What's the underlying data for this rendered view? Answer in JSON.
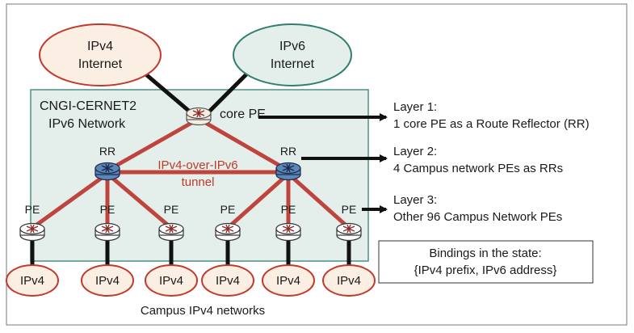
{
  "colors": {
    "frame": "#7a7a7a",
    "network_fill": "#e4efeb",
    "network_stroke": "#4f8f86",
    "ipv4_internet_fill": "#fbeee2",
    "ipv4_internet_stroke": "#c0392b",
    "ipv6_internet_fill": "#e4efeb",
    "ipv6_internet_stroke": "#2f7f6e",
    "link_red": "#c0443e",
    "link_black": "#111111",
    "tunnel_text": "#c0392b",
    "router_pe": "#ffffff",
    "router_rr": "#5b86b8",
    "router_core": "#f5ede3",
    "ipv4_campus_fill": "#fbeee2",
    "ipv4_campus_stroke": "#c0392b"
  },
  "internets": {
    "ipv4": [
      "IPv4",
      "Internet"
    ],
    "ipv6": [
      "IPv6",
      "Internet"
    ]
  },
  "network": {
    "title_line1": "CNGI-CERNET2",
    "title_line2": "IPv6 Network"
  },
  "routers": {
    "core_label": "core PE",
    "rr_label": "RR",
    "pe_label": "PE"
  },
  "tunnel": {
    "line1": "IPv4-over-IPv6",
    "line2": "tunnel"
  },
  "layers": [
    {
      "title": "Layer 1:",
      "desc": "1 core PE as a Route Reflector (RR)"
    },
    {
      "title": "Layer 2:",
      "desc": "4 Campus network PEs as RRs"
    },
    {
      "title": "Layer 3:",
      "desc": "Other 96 Campus Network PEs"
    }
  ],
  "campus": {
    "node_label": "IPv4",
    "caption": "Campus IPv4 networks"
  },
  "bindings": {
    "line1": "Bindings in the state:",
    "line2": "{IPv4 prefix, IPv6 address}"
  }
}
